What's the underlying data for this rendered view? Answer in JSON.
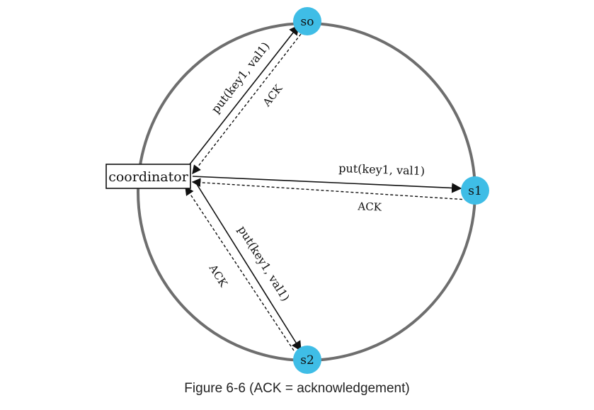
{
  "diagram": {
    "coordinator_label": "coordinator",
    "nodes": [
      {
        "id": "s0",
        "label": "so"
      },
      {
        "id": "s1",
        "label": "s1"
      },
      {
        "id": "s2",
        "label": "s2"
      }
    ],
    "messages": {
      "put_label": "put(key1, val1)",
      "ack_label": "ACK"
    },
    "colors": {
      "ring": "#6e6e6e",
      "node_fill": "#3fbde6",
      "arrow": "#111111"
    }
  },
  "caption": "Figure 6-6 (ACK = acknowledgement)"
}
